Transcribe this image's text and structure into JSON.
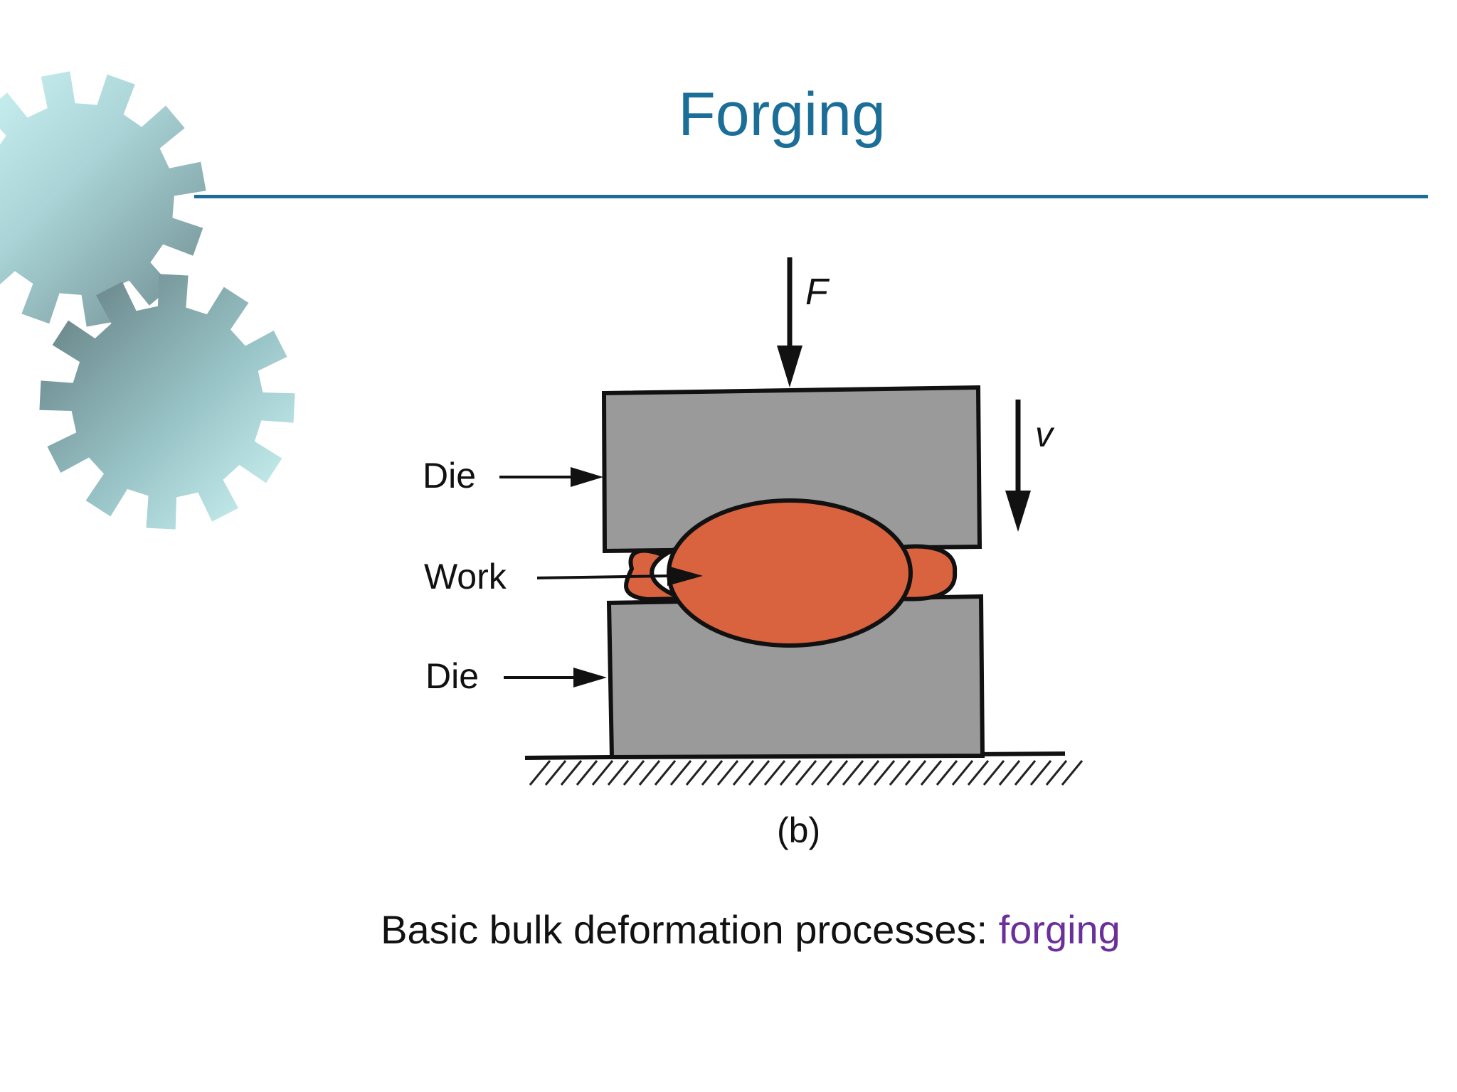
{
  "slide": {
    "title": "Forging",
    "caption_prefix": "Basic bulk deformation processes: ",
    "caption_highlight": "forging"
  },
  "diagram": {
    "force_label": "F",
    "velocity_label": "v",
    "upper_die_label": "Die",
    "work_label": "Work",
    "lower_die_label": "Die",
    "panel_label": "(b)"
  },
  "colors": {
    "title": "#1b6e98",
    "rule": "#1b6e98",
    "die_fill": "#9a9a9a",
    "work_fill": "#d9633f",
    "caption_highlight": "#6a2f9b",
    "gear_light": "#c6f3f3",
    "gear_dark": "#6f8f93"
  },
  "icons": [
    "gear-icon",
    "gear-icon"
  ]
}
